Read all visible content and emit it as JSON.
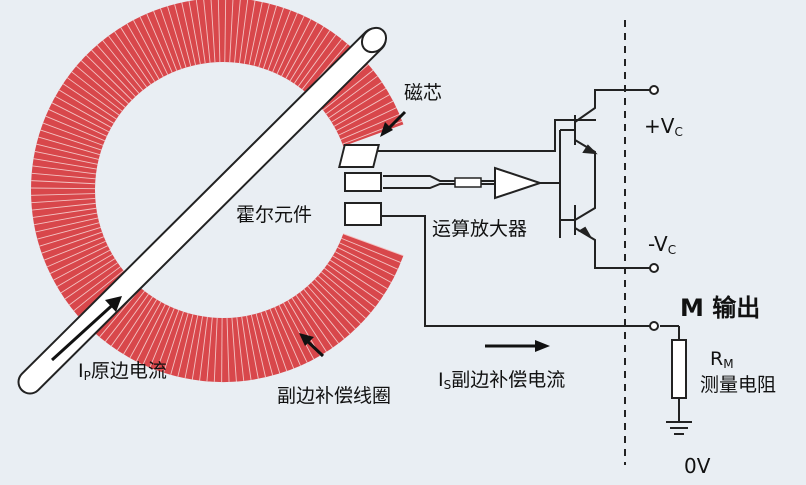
{
  "labels": {
    "core": "磁芯",
    "hall": "霍尔元件",
    "opamp": "运算放大器",
    "vplus_prefix": "+V",
    "vplus_sub": "C",
    "vminus_prefix": "-V",
    "vminus_sub": "C",
    "output": "M 输出",
    "rm_prefix": "R",
    "rm_sub": "M",
    "rm_desc": "测量电阻",
    "zero": "0V",
    "ip_prefix": "I",
    "ip_sub": "P",
    "ip_desc": "原边电流",
    "is_prefix": "I",
    "is_sub": "S",
    "is_desc": "副边补偿电流",
    "coil": "副边补偿线圈"
  },
  "colors": {
    "background": "#e9eef3",
    "coil_red": "#d8474b",
    "coil_line": "#f3c2c2",
    "wire": "#222222",
    "conductor_fill": "#ffffff"
  }
}
